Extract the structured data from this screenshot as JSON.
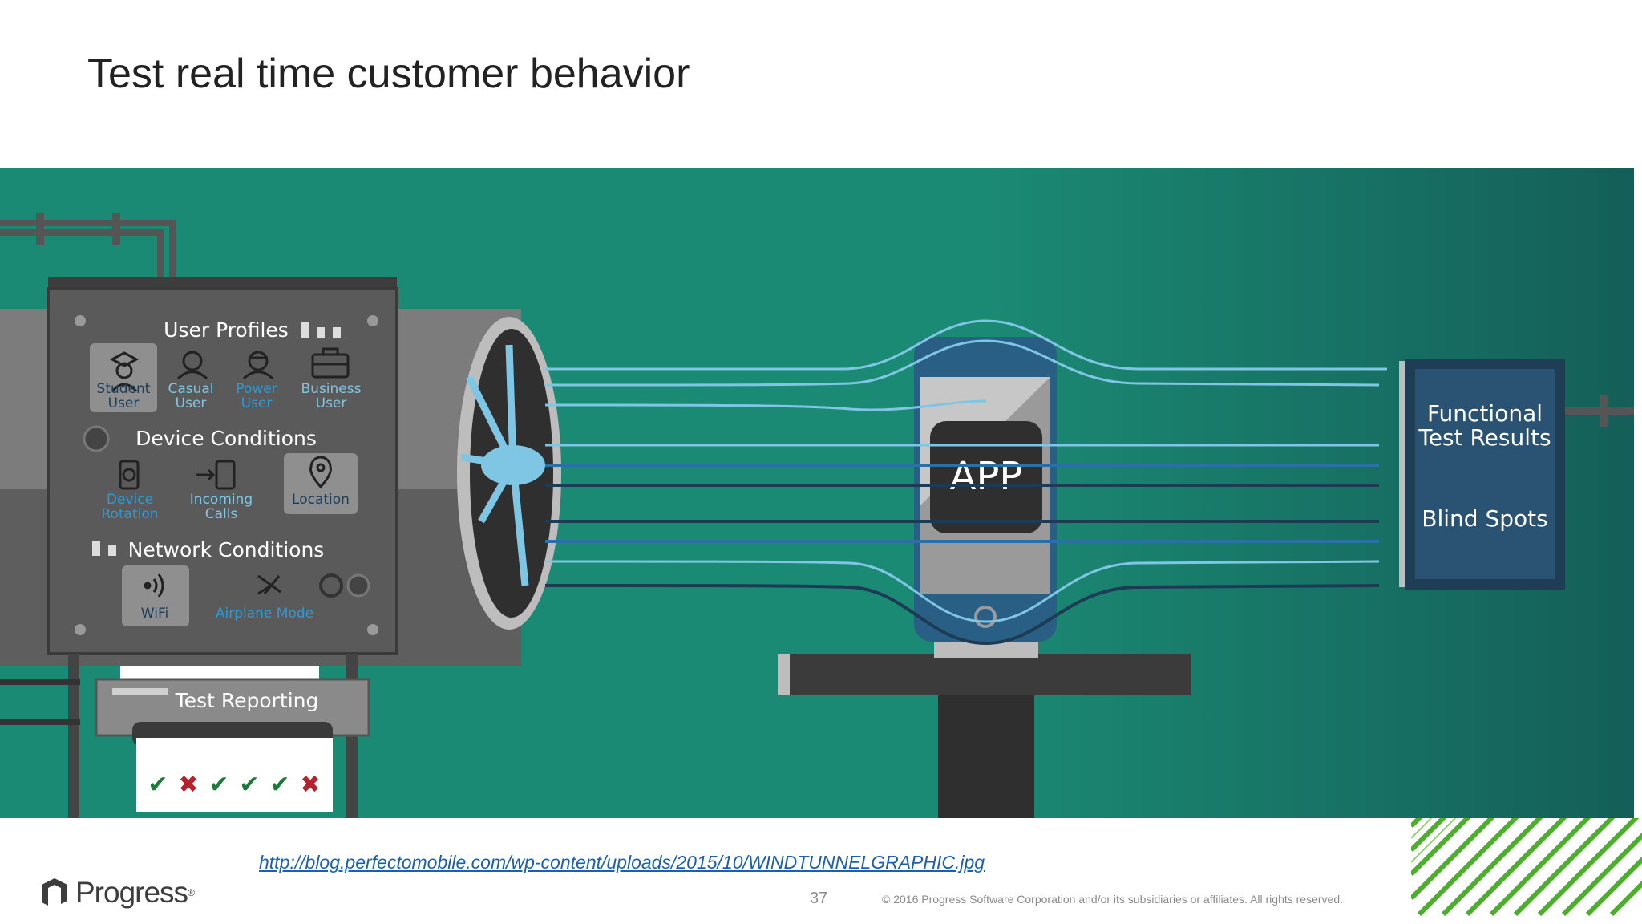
{
  "slide": {
    "title": "Test real time customer behavior",
    "source_url": "http://blog.perfectomobile.com/wp-content/uploads/2015/10/WINDTUNNELGRAPHIC.jpg",
    "slide_number": "37",
    "copyright": "© 2016 Progress Software Corporation and/or its subsidiaries or affiliates. All rights reserved.",
    "logo_text": "Progress"
  },
  "graphic": {
    "panel": {
      "user_profiles_heading": "User Profiles",
      "profiles": [
        {
          "line1": "Student",
          "line2": "User",
          "icon": "student-icon"
        },
        {
          "line1": "Casual",
          "line2": "User",
          "icon": "person-icon"
        },
        {
          "line1": "Power",
          "line2": "User",
          "icon": "power-user-icon"
        },
        {
          "line1": "Business",
          "line2": "User",
          "icon": "briefcase-icon"
        }
      ],
      "device_conditions_heading": "Device Conditions",
      "device_conditions": [
        {
          "line1": "Device",
          "line2": "Rotation",
          "icon": "rotation-icon"
        },
        {
          "line1": "Incoming",
          "line2": "Calls",
          "icon": "incoming-call-icon"
        },
        {
          "line1": "Location",
          "line2": "",
          "icon": "location-pin-icon"
        }
      ],
      "network_conditions_heading": "Network Conditions",
      "network_conditions": [
        {
          "label": "WiFi",
          "icon": "wifi-icon"
        },
        {
          "label": "Airplane Mode",
          "icon": "airplane-icon"
        }
      ],
      "test_reporting_label": "Test Reporting",
      "report_marks": [
        "✔",
        "✖",
        "✔",
        "✔",
        "✔",
        "✖"
      ]
    },
    "phone_label": "APP",
    "results_panel": {
      "line1": "Functional",
      "line2": "Test Results",
      "line3": "Blind Spots"
    },
    "colors": {
      "background": "#1b8a74",
      "background_dark": "#145f58",
      "panel": "#5a5a5a",
      "stream_light": "#7fc6e4",
      "stream_dark": "#1d3b55",
      "results_panel": "#2a5273",
      "check": "#1f7a3a",
      "cross": "#b3222d",
      "accent_green": "#4caf2c",
      "link": "#1a5fb4"
    }
  }
}
